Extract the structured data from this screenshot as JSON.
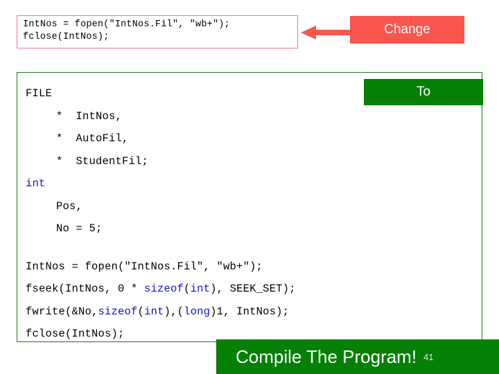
{
  "slide": {
    "number": "41",
    "colors": {
      "change_banner_bg": "#f9564e",
      "to_banner_bg": "#048004",
      "compile_banner_bg": "#048004",
      "keyword_blue": "#1111cc",
      "top_box_border": "#e87b83",
      "main_box_border": "#1a7a1a",
      "arrow_red": "#f9564e"
    }
  },
  "top_code_box": {
    "lines": [
      "IntNos = fopen(\"IntNos.Fil\", \"wb+\");",
      "fclose(IntNos);"
    ]
  },
  "change_banner": {
    "label": "Change"
  },
  "to_banner": {
    "label": "To"
  },
  "main_code_box": {
    "lines": [
      {
        "id": "l1",
        "indent": 0,
        "text": "FILE"
      },
      {
        "id": "l2",
        "indent": 1,
        "text": "*  IntNos,"
      },
      {
        "id": "l3",
        "indent": 1,
        "text": "*  AutoFil,"
      },
      {
        "id": "l4",
        "indent": 1,
        "text": "*  StudentFil;"
      },
      {
        "id": "l5",
        "indent": 0,
        "text": "int",
        "keyword": true
      },
      {
        "id": "l6",
        "indent": 1,
        "text": "Pos,"
      },
      {
        "id": "l7",
        "indent": 1,
        "text": "No = 5;"
      },
      {
        "id": "l8",
        "indent": 0,
        "text": "IntNos = fopen(\"IntNos.Fil\", \"wb+\");"
      },
      {
        "id": "l9",
        "indent": 0,
        "text": "fseek(IntNos, 0 * sizeof(int), SEEK_SET);"
      },
      {
        "id": "l10",
        "indent": 0,
        "text": "fwrite(&No,sizeof(int),(long)1, IntNos);"
      },
      {
        "id": "l11",
        "indent": 0,
        "text": "fclose(IntNos);"
      }
    ],
    "segments": {
      "line1": [
        {
          "t": "FILE",
          "kw": false
        }
      ],
      "line2": [
        {
          "t": "*  IntNos,",
          "kw": false
        }
      ],
      "line3": [
        {
          "t": "*  AutoFil,",
          "kw": false
        }
      ],
      "line4": [
        {
          "t": "*  StudentFil;",
          "kw": false
        }
      ],
      "line5": [
        {
          "t": "int",
          "kw": true
        }
      ],
      "line6": [
        {
          "t": "Pos,",
          "kw": false
        }
      ],
      "line7": [
        {
          "t": "No = 5;",
          "kw": false
        }
      ],
      "line8": [
        {
          "t": "IntNos = fopen(\"IntNos.Fil\", \"wb+\");",
          "kw": false
        }
      ],
      "line9": [
        {
          "t": "fseek(IntNos, 0 * ",
          "kw": false
        },
        {
          "t": "sizeof",
          "kw": true
        },
        {
          "t": "(",
          "kw": false
        },
        {
          "t": "int",
          "kw": true
        },
        {
          "t": "), SEEK_SET);",
          "kw": false
        }
      ],
      "line10": [
        {
          "t": "fwrite(&No,",
          "kw": false
        },
        {
          "t": "sizeof",
          "kw": true
        },
        {
          "t": "(",
          "kw": false
        },
        {
          "t": "int",
          "kw": true
        },
        {
          "t": "),(",
          "kw": false
        },
        {
          "t": "long",
          "kw": true
        },
        {
          "t": ")1, IntNos);",
          "kw": false
        }
      ],
      "line11": [
        {
          "t": "fclose(IntNos);",
          "kw": false
        }
      ]
    }
  },
  "compile_banner": {
    "label": "Compile The Program!"
  }
}
